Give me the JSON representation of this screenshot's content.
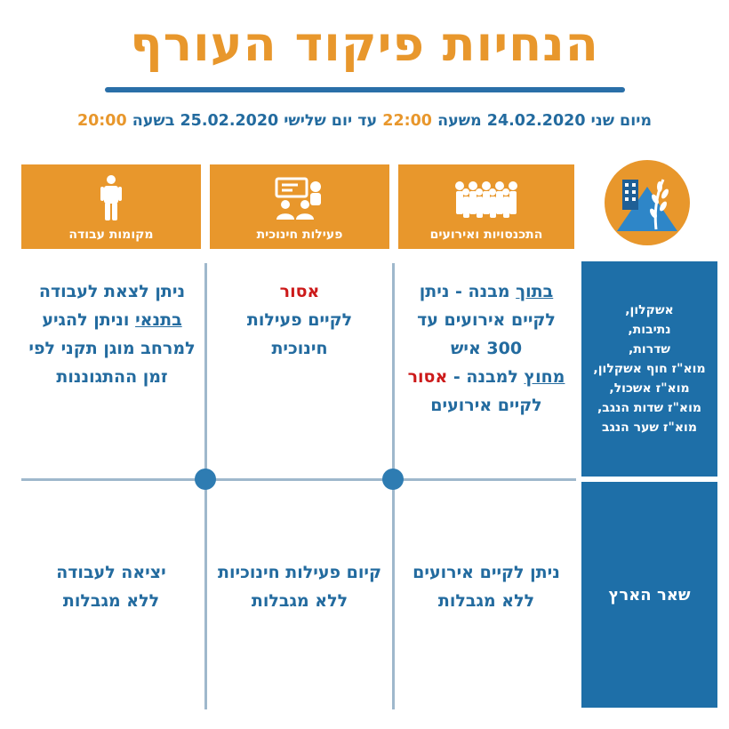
{
  "title": "הנחיות פיקוד העורף",
  "date_line": {
    "p1": "מיום שני 24.02.2020 משעה ",
    "t1": "22:00",
    "p2": " עד יום שלישי 25.02.2020 בשעה ",
    "t2": "20:00"
  },
  "columns": {
    "events": "התכנסויות ואירועים",
    "education": "פעילות חינוכית",
    "work": "מקומות עבודה"
  },
  "regions": {
    "specific": [
      "אשקלון,",
      "נתיבות,",
      "שדרות,",
      "מוא\"ז חוף אשקלון,",
      "מוא\"ז אשכול,",
      "מוא\"ז שדות הנגב,",
      "מוא\"ז שער הנגב"
    ],
    "rest": "שאר הארץ"
  },
  "top_cells": {
    "events": {
      "inside": "בתוך",
      "l1_rest": " מבנה - ניתן",
      "l2": "לקיים אירועים עד",
      "l3": "300 איש",
      "outside": "מחוץ",
      "l4_mid": " למבנה - ",
      "forbidden": "אסור",
      "l5": "לקיים אירועים"
    },
    "education": {
      "forbidden": "אסור",
      "l2": "לקיים פעילות",
      "l3": "חינוכית"
    },
    "work": {
      "l1": "ניתן לצאת לעבודה",
      "condition": "בתנאי",
      "l2_rest": " וניתן להגיע",
      "l3": "למרחב מוגן תקני לפי",
      "l4": "זמן ההתגוננות"
    }
  },
  "bottom_cells": {
    "events": [
      "ניתן לקיים אירועים",
      "ללא מגבלות"
    ],
    "education": [
      "קיום פעילות חינוכיות",
      "ללא מגבלות"
    ],
    "work": [
      "יציאה לעבודה",
      "ללא מגבלות"
    ]
  },
  "colors": {
    "orange": "#e8972c",
    "blue": "#1e6fa8",
    "text_blue": "#236b9f",
    "red": "#cc1a1a",
    "grid": "#9fb8cc"
  }
}
